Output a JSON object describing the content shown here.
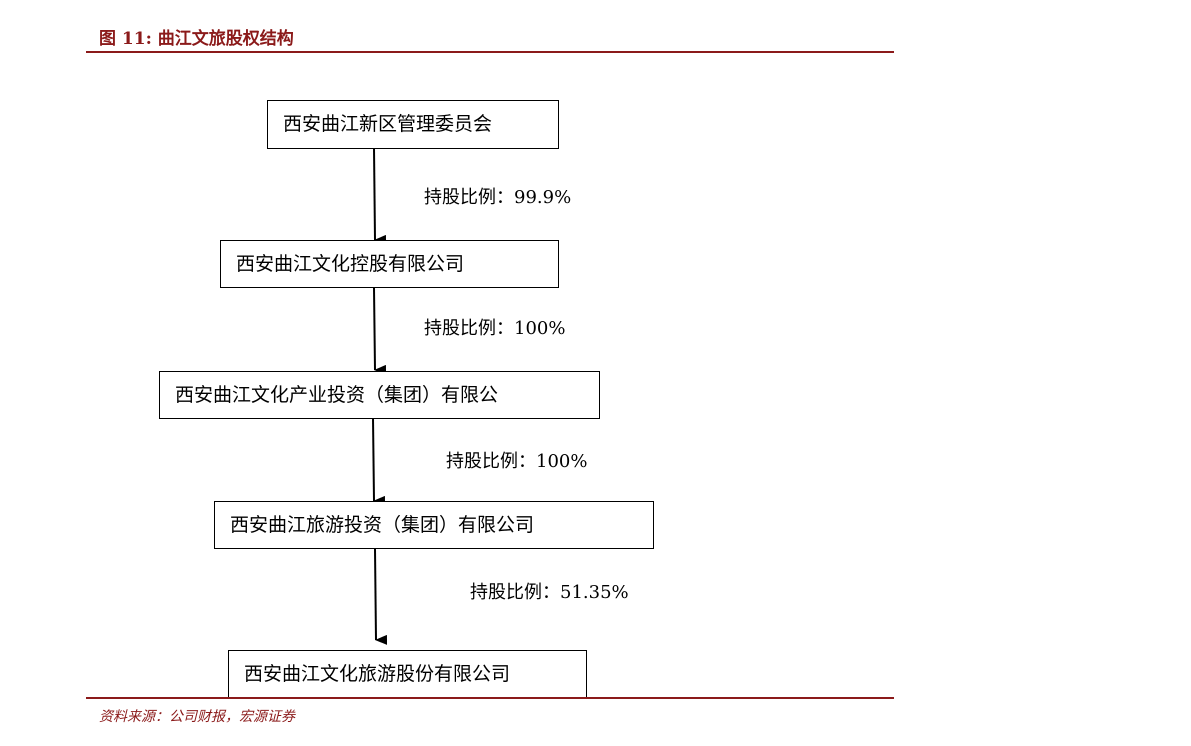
{
  "figure": {
    "title": "图 11:  曲江文旅股权结构"
  },
  "entities": [
    {
      "name": "西安曲江新区管理委员会"
    },
    {
      "name": "西安曲江文化控股有限公司"
    },
    {
      "name": "西安曲江文化产业投资（集团）有限公"
    },
    {
      "name": "西安曲江旅游投资（集团）有限公司"
    },
    {
      "name": "西安曲江文化旅游股份有限公司"
    }
  ],
  "ownership": [
    {
      "label": "持股比例：99.9%"
    },
    {
      "label": "持股比例：100%"
    },
    {
      "label": "持股比例：100%"
    },
    {
      "label": "持股比例：51.35%"
    }
  ],
  "source": "资料来源：公司财报，宏源证券",
  "colors": {
    "accent": "#8b1a1a",
    "box_border": "#000000",
    "text": "#000000"
  }
}
